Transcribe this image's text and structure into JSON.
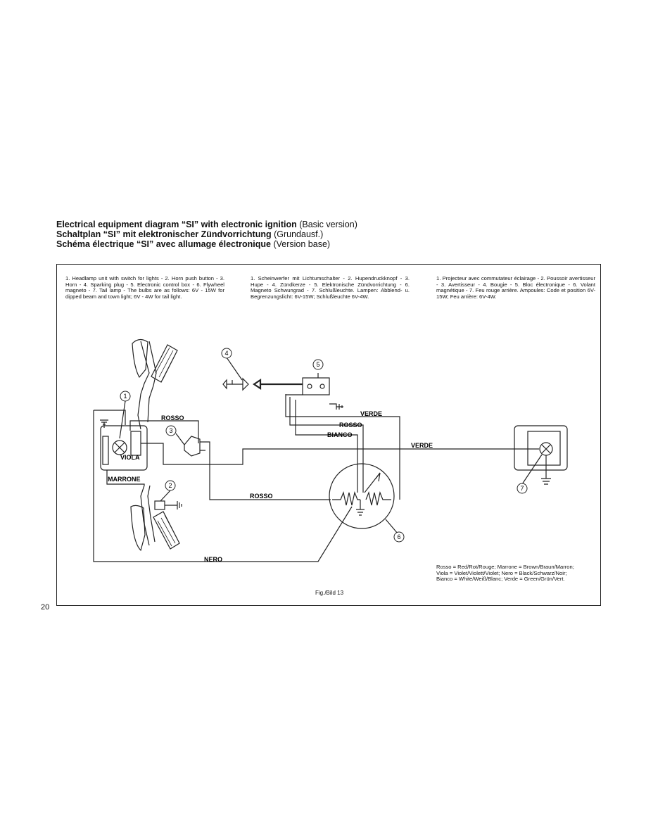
{
  "titles": [
    {
      "bold": "Electrical equipment diagram “SI” with electronic ignition",
      "normal": " (Basic version)"
    },
    {
      "bold": "Schaltplan “SI” mit elektronischer Zündvorrichtung",
      "normal": " (Grundausf.)"
    },
    {
      "bold": "Schéma électrique “SI” avec allumage électronique",
      "normal": " (Version base)"
    }
  ],
  "legend_en": "1. Headlamp unit with switch for lights - 2. Horn push button - 3. Horn - 4. Sparking plug - 5. Electronic control box - 6. Flywheel magneto - 7. Tail lamp - The bulbs are as follows: 6V - 15W for dipped beam and town light; 6V - 4W for tail light.",
  "legend_de": "1. Scheinwerfer mit Lichtumschalter - 2. Hupendruckknopf - 3. Hupe - 4. Zündkerze - 5. Elektronische Zündvorrichtung - 6. Magneto Schwungrad - 7. Schlußleuchte. Lampen: Abblend- u. Begrenzungslicht: 6V-15W; Schlußleuchte 6V-4W.",
  "legend_fr": "1. Projecteur avec commutateur éclairage - 2. Poussoir avertisseur - 3. Avertisseur - 4. Bougie - 5. Bloc électronique - 6. Volant magnétique - 7. Feu rouge arrière. Ampoules: Code et position 6V-15W; Feu arrière: 6V-4W.",
  "wire_labels": {
    "rosso_top": "ROSSO",
    "viola": "VIOLA",
    "marrone": "MARRONE",
    "verde_top": "VERDE",
    "rosso_mid": "ROSSO",
    "bianco": "BIANCO",
    "verde_right": "VERDE",
    "rosso_bottom": "ROSSO",
    "nero": "NERO"
  },
  "callouts": [
    "1",
    "2",
    "3",
    "4",
    "5",
    "6",
    "7"
  ],
  "color_key": [
    "Rosso = Red/Rot/Rouge; Marrone = Brown/Braun/Marron;",
    "Viola = Violet/Violett/Violet; Nero = Black/Schwarz/Noir;",
    "Bianco = White/Weiß/Blanc; Verde = Green/Grün/Vert."
  ],
  "figure_caption": "Fig./Bild 13",
  "page_number": "20"
}
